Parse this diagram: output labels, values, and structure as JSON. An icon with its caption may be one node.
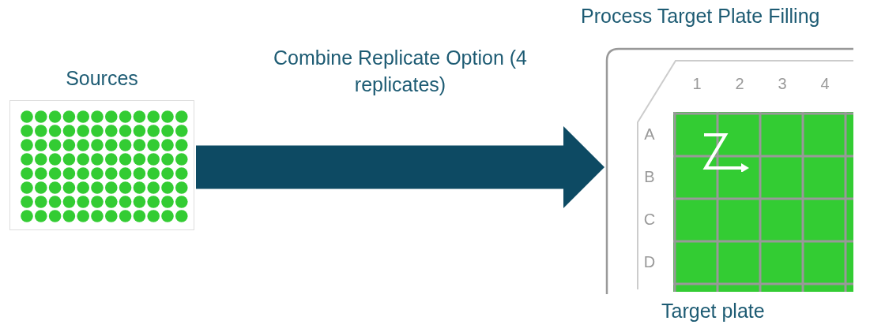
{
  "diagram": {
    "title": "Process Target Plate Filling",
    "nodes": [
      {
        "text": [
          "Sources"
        ]
      },
      {
        "text": [
          "Target plate"
        ]
      }
    ],
    "edges": [
      {
        "from": 0,
        "to": 1,
        "arrow": "to",
        "label": "Combine Replicate Option (4 replicates)"
      }
    ],
    "labels": [
      "1",
      "2",
      "3",
      "4",
      "A",
      "B",
      "C",
      "D"
    ]
  }
}
